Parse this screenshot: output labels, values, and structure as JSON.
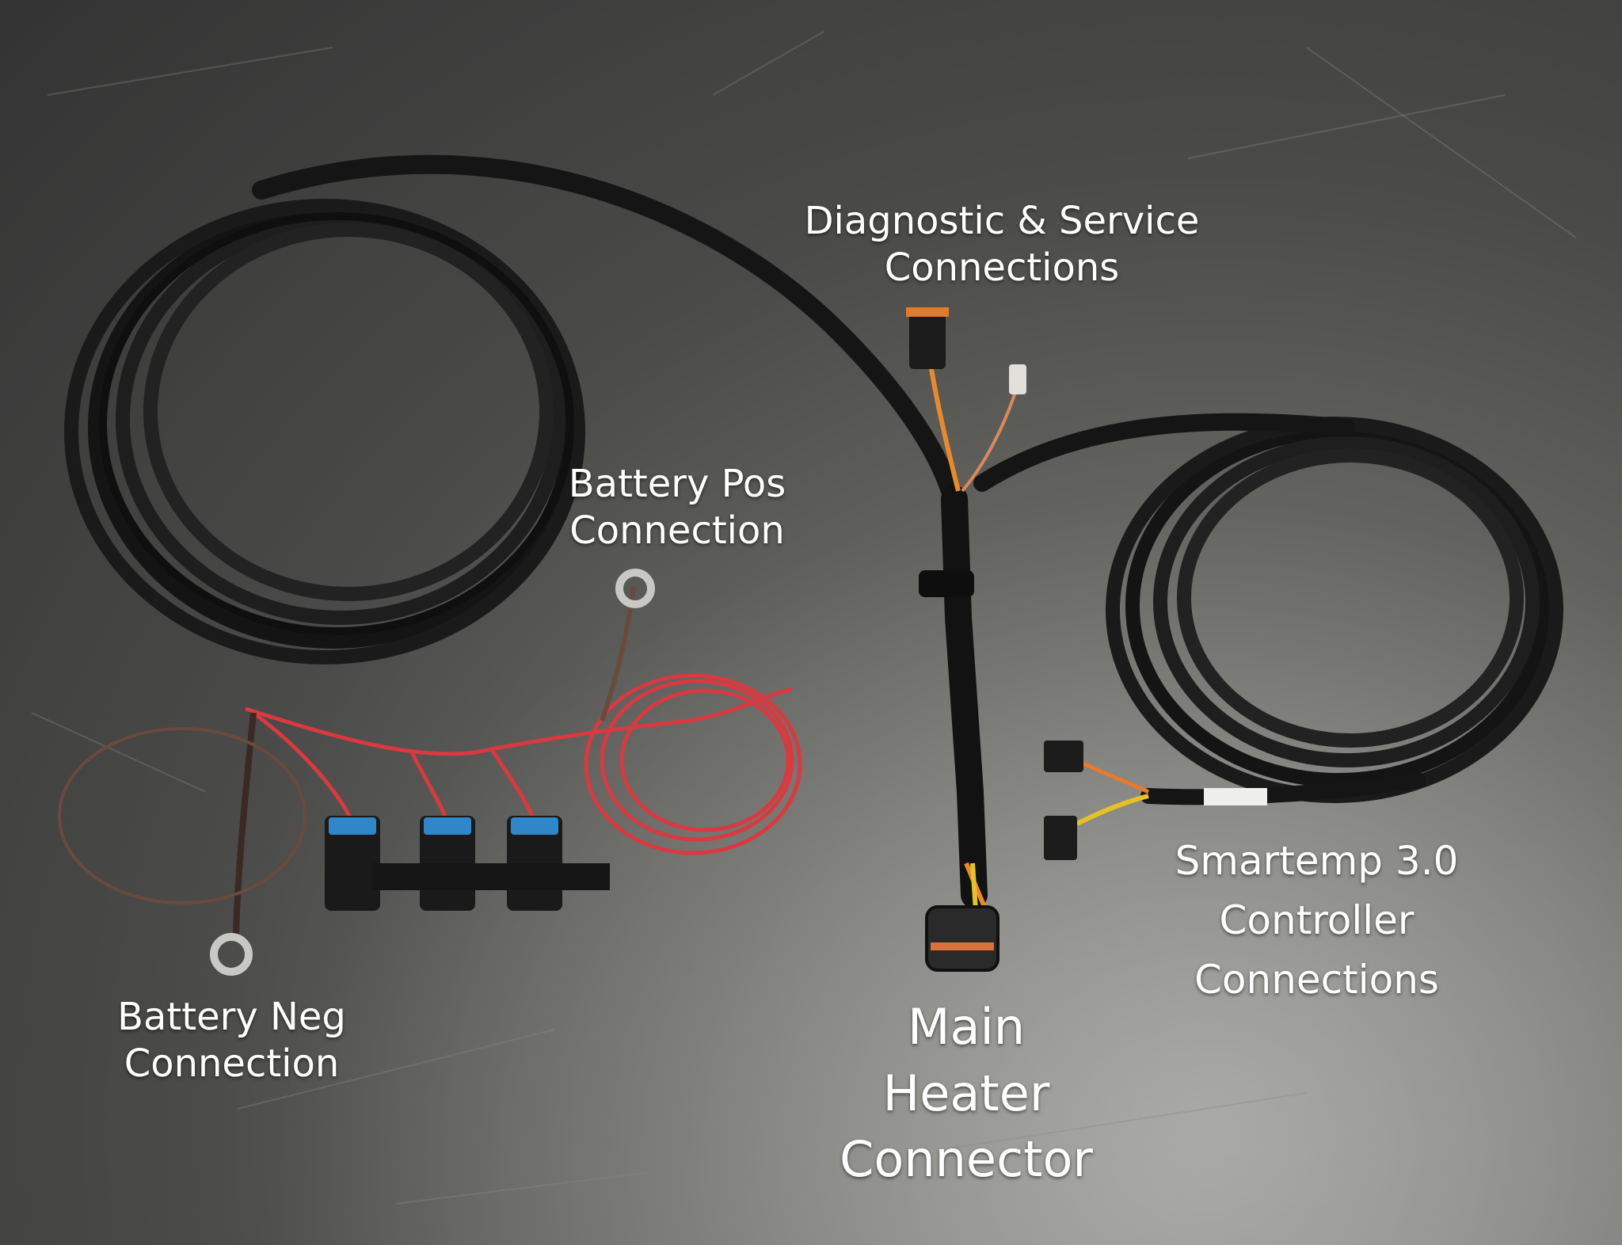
{
  "photo": {
    "subject": "heater wiring harness",
    "colors": {
      "surface": "#555553",
      "conduit": "#151515",
      "red_wire": "#d9393f",
      "orange_wire": "#e88a2c",
      "yellow_wire": "#e6c227",
      "connector_blue": "#2f86c8",
      "ring_terminal": "#c8c8c4"
    }
  },
  "labels": {
    "diagnostic": [
      "Diagnostic & Service",
      "Connections"
    ],
    "battery_pos": [
      "Battery Pos",
      "Connection"
    ],
    "battery_neg": [
      "Battery Neg",
      "Connection"
    ],
    "main_heater": [
      "Main",
      "Heater",
      "Connector"
    ],
    "smartemp": [
      "Smartemp 3.0",
      "Controller",
      "Connections"
    ]
  }
}
